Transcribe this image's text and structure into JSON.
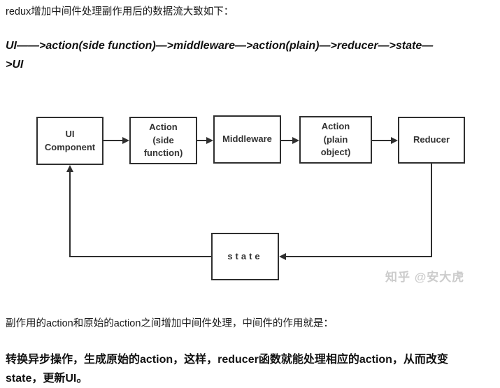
{
  "article": {
    "intro": "redux增加中间件处理副作用后的数据流大致如下：",
    "flow": {
      "lines": [
        "UI——>action(side function)—>middleware—>action(plain)—>reducer—>state—",
        ">UI"
      ]
    },
    "explain": "副作用的action和原始的action之间增加中间件处理，中间件的作用就是：",
    "conclusion": {
      "lines": [
        "转换异步操作，生成原始的action，这样，reducer函数就能处理相应的action，从而改变",
        "state，更新UI。"
      ]
    }
  },
  "diagram": {
    "nodes": [
      {
        "id": "ui-component",
        "label": "UI\nComponent"
      },
      {
        "id": "action-side-function",
        "label": "Action\n(side\nfunction)"
      },
      {
        "id": "middleware",
        "label": "Middleware"
      },
      {
        "id": "action-plain-object",
        "label": "Action\n(plain\nobject)"
      },
      {
        "id": "reducer",
        "label": "Reducer"
      },
      {
        "id": "state",
        "label": "state"
      }
    ],
    "watermark": "知乎 @安大虎",
    "colors": {
      "box_border": "#2f2f2f",
      "arrow": "#2f2f2f",
      "watermark": "#cccccc"
    }
  }
}
